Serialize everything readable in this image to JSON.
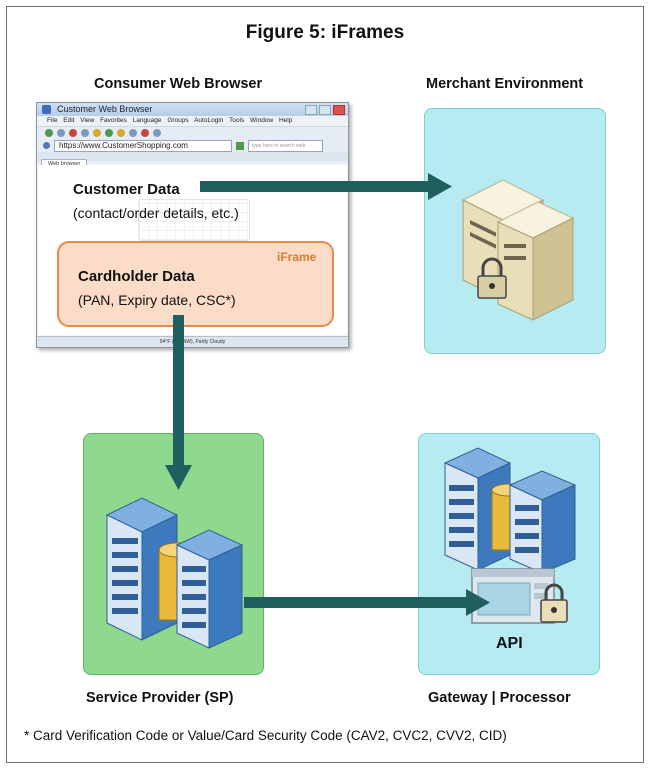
{
  "title": "Figure 5: iFrames",
  "browser": {
    "heading": "Consumer Web Browser",
    "window_title": "Customer  Web  Browser",
    "menu": "File Edit View Favorites Language Groups AutoLogin Tools Window Help",
    "url": "https://www.CustomerShopping.com",
    "search_placeholder": "type here to search web",
    "tab": "Web browser",
    "status": "94°F (75°-NW), Partly Cloudy",
    "customer_data": {
      "title": "Customer Data",
      "subtitle": "(contact/order details, etc.)"
    },
    "iframe": {
      "tag": "iFrame",
      "title": "Cardholder Data",
      "subtitle": "(PAN, Expiry date, CSC*)"
    }
  },
  "merchant": {
    "label": "Merchant Environment"
  },
  "service_provider": {
    "label": "Service Provider (SP)"
  },
  "gateway": {
    "label": "Gateway | Processor",
    "api_label": "API"
  },
  "footnote": "* Card Verification Code or Value/Card Security Code (CAV2, CVC2, CVV2, CID)",
  "colors": {
    "arrow": "#1f5f5f",
    "merchant_panel": "#b5ebf1",
    "sp_panel": "#8fd98f",
    "iframe_fill": "#fbdcc7",
    "iframe_border": "#e88a4b"
  }
}
